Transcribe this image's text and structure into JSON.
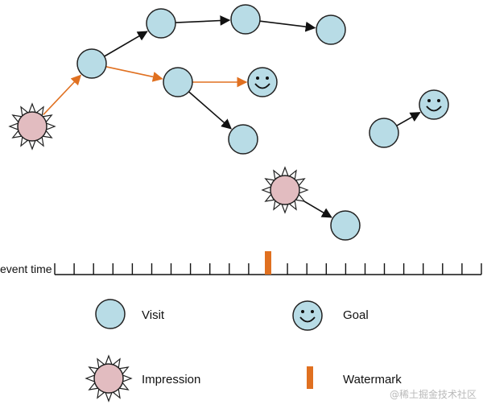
{
  "axis": {
    "label": "event time",
    "tick_count": 23,
    "watermark_tick": 11
  },
  "colors": {
    "visit_fill": "#b8dce6",
    "impression_fill": "#e2bcc0",
    "goal_fill": "#b8dce6",
    "watermark": "#e07020",
    "edge_visit": "#111111",
    "edge_impression": "#e07020",
    "outline": "#222222"
  },
  "nodes": [
    {
      "id": "imp1",
      "kind": "impression"
    },
    {
      "id": "v1",
      "kind": "visit"
    },
    {
      "id": "v2",
      "kind": "visit"
    },
    {
      "id": "v3",
      "kind": "visit"
    },
    {
      "id": "v4",
      "kind": "visit"
    },
    {
      "id": "v5",
      "kind": "visit"
    },
    {
      "id": "g1",
      "kind": "goal"
    },
    {
      "id": "v6",
      "kind": "visit"
    },
    {
      "id": "v7",
      "kind": "visit"
    },
    {
      "id": "g2",
      "kind": "goal"
    },
    {
      "id": "imp2",
      "kind": "impression"
    },
    {
      "id": "v8",
      "kind": "visit"
    }
  ],
  "edges": [
    {
      "from": "imp1",
      "to": "v1",
      "style": "impression"
    },
    {
      "from": "v1",
      "to": "v2",
      "style": "visit"
    },
    {
      "from": "v2",
      "to": "v3",
      "style": "visit"
    },
    {
      "from": "v3",
      "to": "v4",
      "style": "visit"
    },
    {
      "from": "v1",
      "to": "v5",
      "style": "impression"
    },
    {
      "from": "v5",
      "to": "g1",
      "style": "impression"
    },
    {
      "from": "v5",
      "to": "v6",
      "style": "visit"
    },
    {
      "from": "v7",
      "to": "g2",
      "style": "visit"
    },
    {
      "from": "imp2",
      "to": "v8",
      "style": "visit"
    }
  ],
  "legend": {
    "visit": "Visit",
    "goal": "Goal",
    "impression": "Impression",
    "watermark": "Watermark"
  },
  "site_watermark": "@稀土掘金技术社区"
}
